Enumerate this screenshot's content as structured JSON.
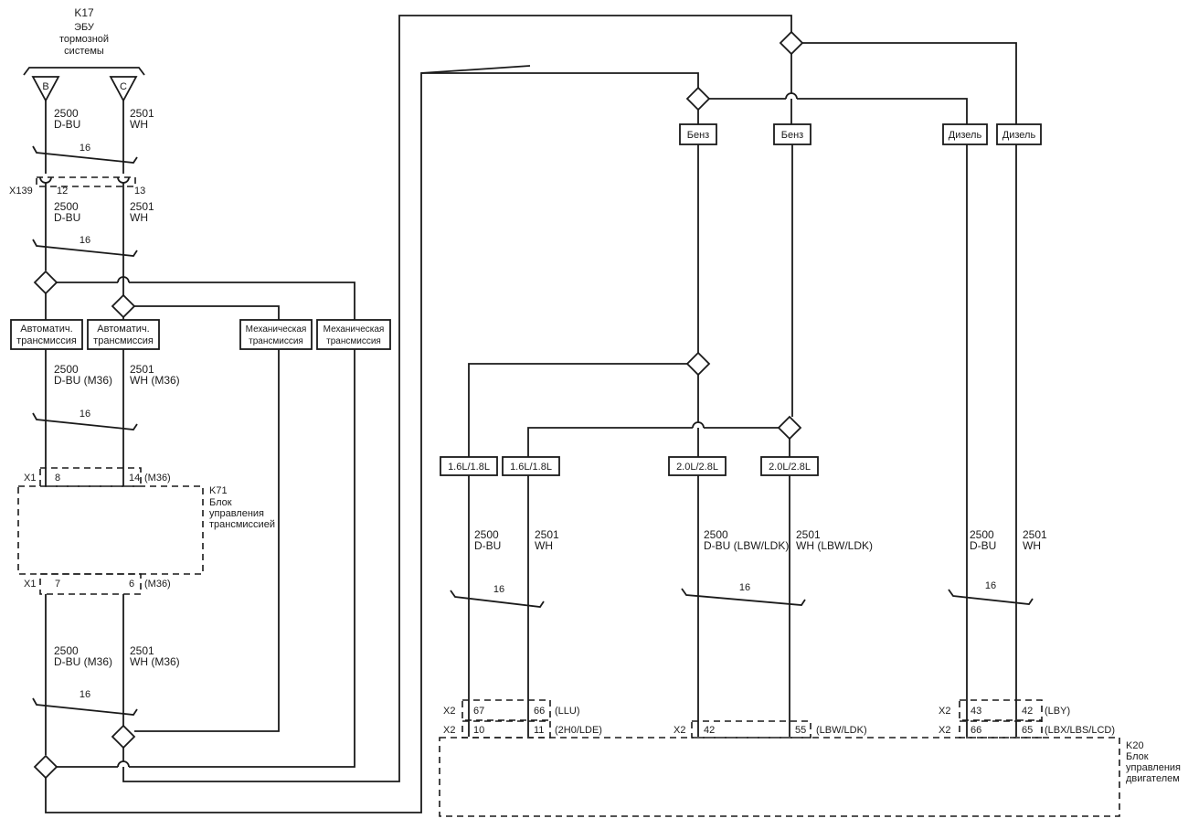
{
  "brake_ecu": {
    "ref": "K17",
    "name_lines": [
      "ЭБУ",
      "тормозной",
      "системы"
    ],
    "pin_left": "B",
    "pin_right": "C"
  },
  "inline_connector": {
    "ref": "X139",
    "pin_left": "12",
    "pin_right": "13"
  },
  "wire_left": {
    "circuit": "2500",
    "color": "D-BU"
  },
  "wire_right": {
    "circuit": "2501",
    "color": "WH"
  },
  "wire_left_m36": {
    "circuit": "2500",
    "color": "D-BU (M36)"
  },
  "wire_right_m36": {
    "circuit": "2501",
    "color": "WH (M36)"
  },
  "twist": "16",
  "options": {
    "auto_trans": [
      "Автоматич.",
      "трансмиссия"
    ],
    "manual_trans": [
      "Механическая",
      "трансмиссия"
    ],
    "petrol": "Бенз",
    "diesel": "Дизель",
    "eng_small": "1.6L/1.8L",
    "eng_large": "2.0L/2.8L"
  },
  "tcm": {
    "ref": "K71",
    "name_lines": [
      "Блок",
      "управления",
      "трансмиссией"
    ],
    "connector": "X1",
    "top_pin_left": "8",
    "top_pin_right": "14",
    "top_option": "(M36)",
    "bottom_pin_left": "7",
    "bottom_pin_right": "6",
    "bottom_option": "(M36)"
  },
  "ecm": {
    "ref": "K20",
    "name_lines": [
      "Блок",
      "управления",
      "двигателем"
    ],
    "connector": "X2",
    "group1": {
      "row1": [
        "67",
        "66"
      ],
      "row1_note": "(LLU)",
      "row2": [
        "10",
        "11"
      ],
      "row2_note": "(2H0/LDE)"
    },
    "group2": {
      "row": [
        "42",
        "55"
      ],
      "note": "(LBW/LDK)"
    },
    "group3": {
      "row1": [
        "43",
        "42"
      ],
      "row1_note": "(LBY)",
      "row2": [
        "66",
        "65"
      ],
      "row2_note": "(LBX/LBS/LCD)"
    }
  },
  "wire_left_lbw": {
    "circuit": "2500",
    "color": "D-BU (LBW/LDK)"
  },
  "wire_right_lbw": {
    "circuit": "2501",
    "color": "WH (LBW/LDK)"
  }
}
